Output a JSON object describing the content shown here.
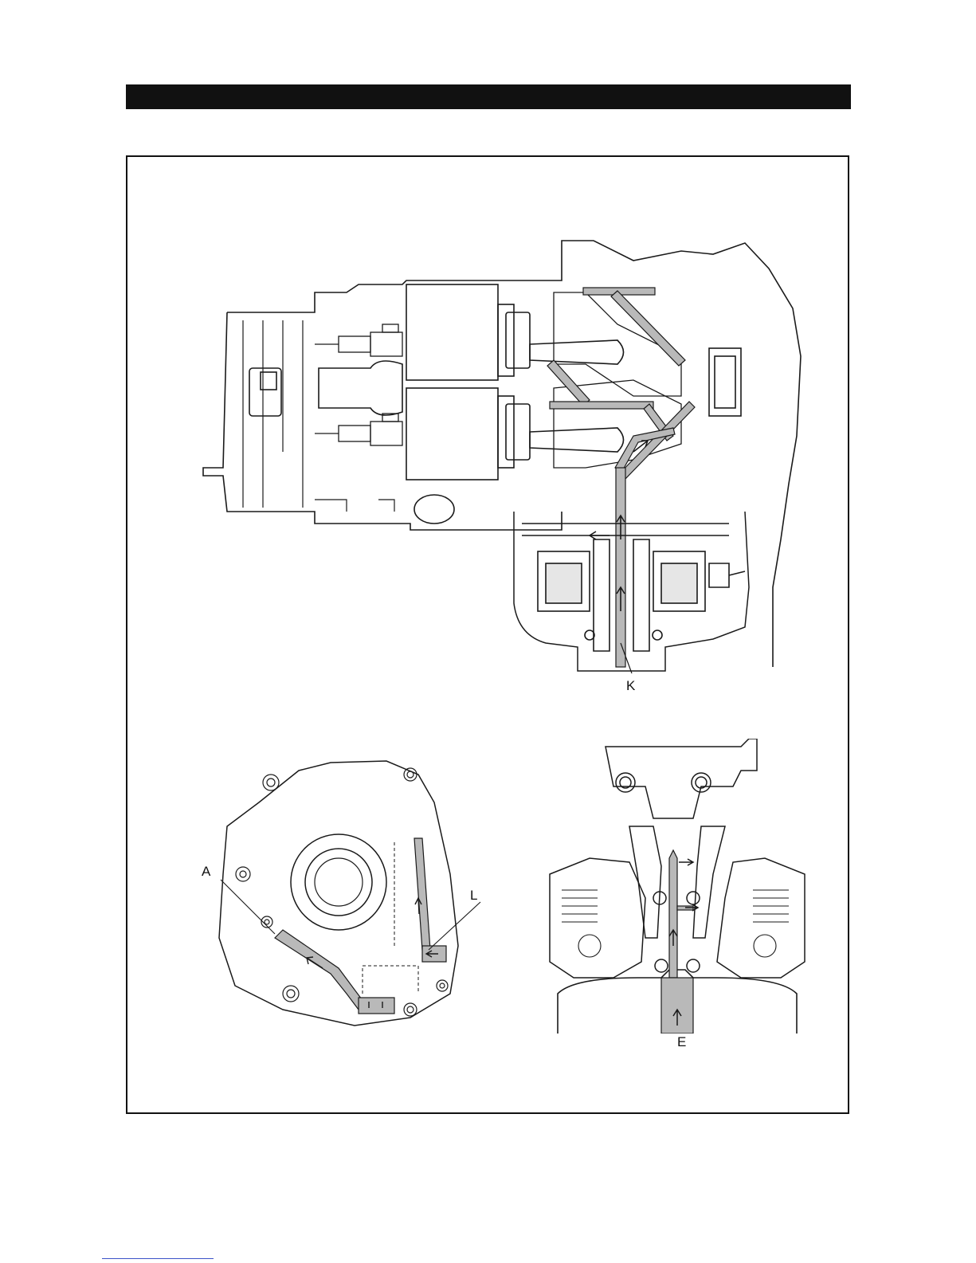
{
  "header": {
    "title": ""
  },
  "figure": {
    "callouts": {
      "k": "K",
      "a": "A",
      "l": "L",
      "e": "E"
    }
  },
  "colors": {
    "line": "#1a1a1a",
    "oil_path_fill": "#b9b9b9",
    "header_bar": "#111111",
    "footer_link": "#3b53c8"
  },
  "icons": [
    "oil-flow-arrow-icon"
  ]
}
